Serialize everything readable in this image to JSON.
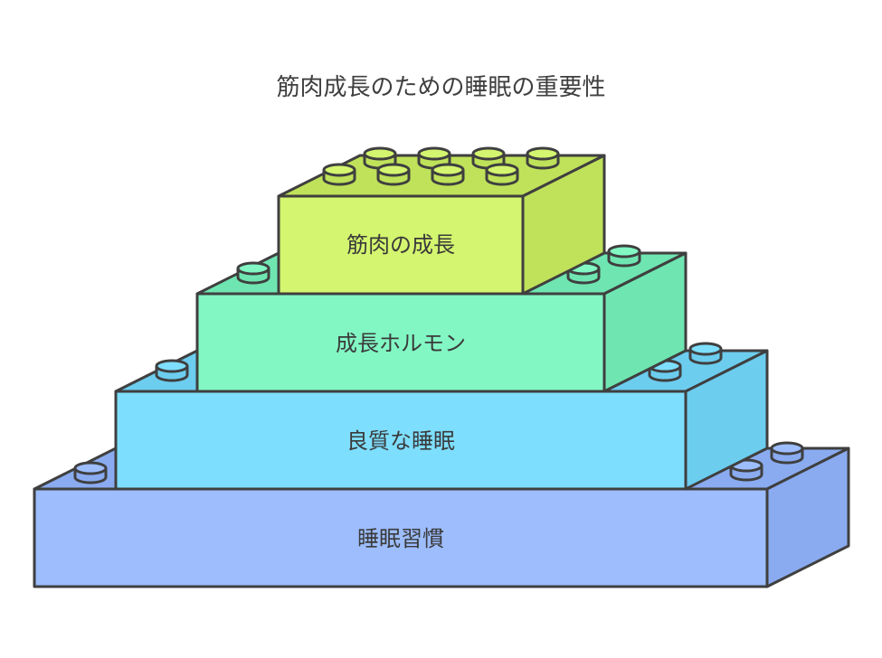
{
  "title": "筋肉成長のための睡眠の重要性",
  "tiers": [
    {
      "label": "筋肉の成長",
      "color": "#d4f56f",
      "side_color": "#bfe25a"
    },
    {
      "label": "成長ホルモン",
      "color": "#82f7c4",
      "side_color": "#6fe6b2"
    },
    {
      "label": "良質な睡眠",
      "color": "#7edefe",
      "side_color": "#6ccdef"
    },
    {
      "label": "睡眠習慣",
      "color": "#9dbdfd",
      "side_color": "#8aabf0"
    }
  ]
}
